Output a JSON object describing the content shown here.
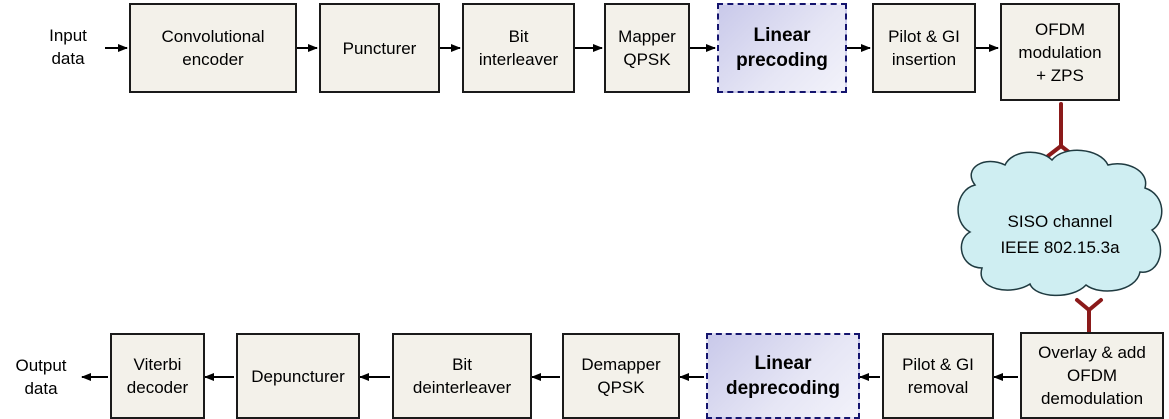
{
  "tx": {
    "input_label": "Input\ndata",
    "conv_encoder": "Convolutional\nencoder",
    "puncturer": "Puncturer",
    "bit_interleaver": "Bit\ninterleaver",
    "mapper": "Mapper\nQPSK",
    "linear_precoding": "Linear\nprecoding",
    "pilot_insertion": "Pilot & GI\ninsertion",
    "ofdm_modulation": "OFDM\nmodulation\n+ ZPS"
  },
  "channel": {
    "label": "SISO channel\nIEEE 802.15.3a"
  },
  "rx": {
    "output_label": "Output\ndata",
    "viterbi": "Viterbi\ndecoder",
    "depuncturer": "Depuncturer",
    "bit_deinterleaver": "Bit\ndeinterleaver",
    "demapper": "Demapper\nQPSK",
    "linear_deprecoding": "Linear\ndeprecoding",
    "pilot_removal": "Pilot & GI\nremoval",
    "ofdm_demodulation": "Overlay & add\nOFDM\ndemodulation"
  },
  "colors": {
    "block_fill": "#f3f1ea",
    "highlight_fill": "#d4d4ee",
    "highlight_border": "#14146e",
    "antenna": "#8b1a1a",
    "cloud_fill": "#cfeef2"
  }
}
